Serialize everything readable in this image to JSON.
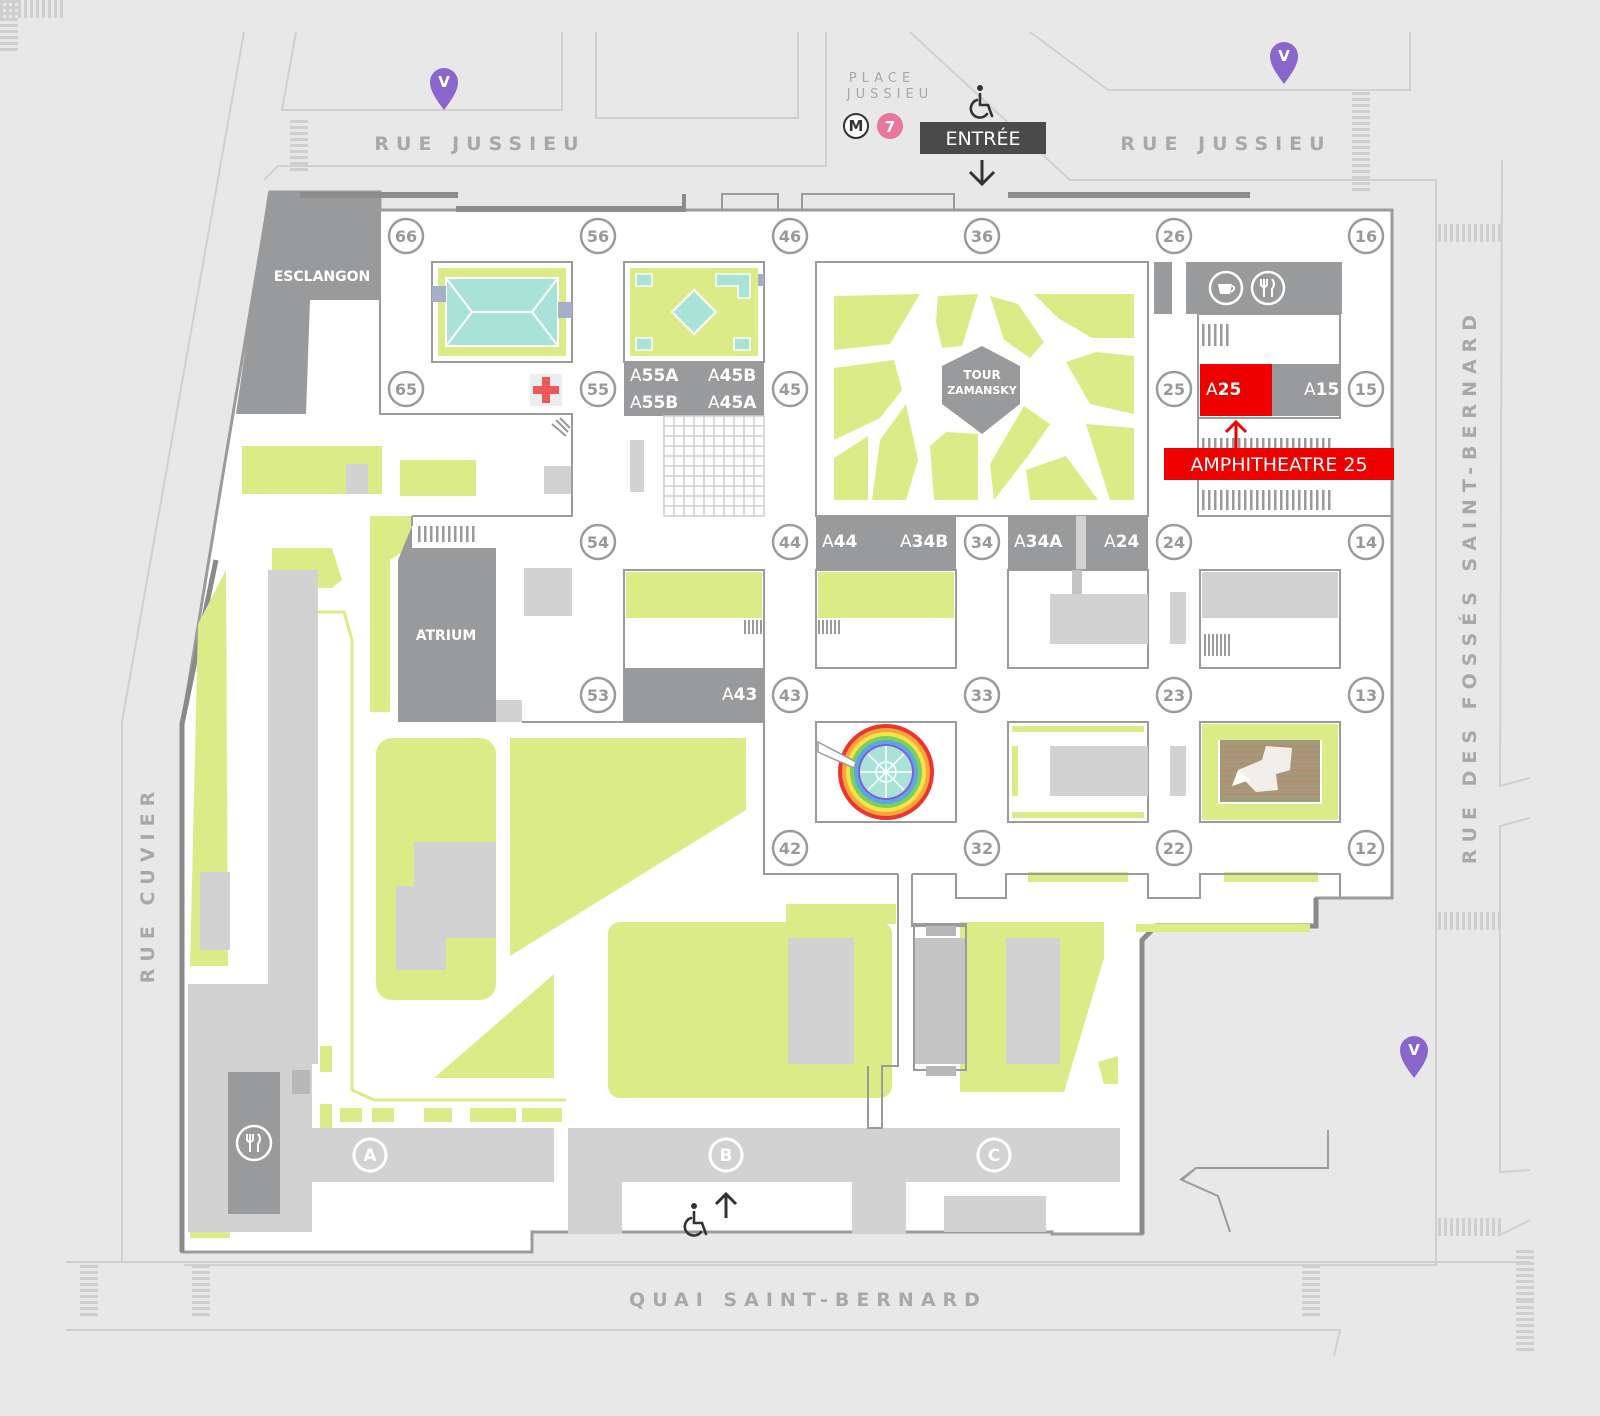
{
  "streets": {
    "rue_jussieu_left": "RUE JUSSIEU",
    "rue_jussieu_right": "RUE JUSSIEU",
    "rue_cuvier": "RUE CUVIER",
    "rue_fosses": "RUE DES FOSSÉS SAINT-BERNARD",
    "quai": "QUAI SAINT-BERNARD",
    "place_line1": "PLACE",
    "place_line2": "JUSSIEU"
  },
  "metro": {
    "symbol": "M",
    "line": "7",
    "line_color": "#e8769e"
  },
  "entrance": {
    "label": "ENTRÉE"
  },
  "buildings": {
    "esclangon": "ESCLANGON",
    "atrium": "ATRIUM",
    "tour_line1": "TOUR",
    "tour_line2": "ZAMANSKY"
  },
  "highlight": {
    "label": "AMPHITHEATRE 25",
    "color": "#ee0000"
  },
  "amphitheatres": [
    {
      "prefix": "A",
      "num": "55A"
    },
    {
      "prefix": "A",
      "num": "45B"
    },
    {
      "prefix": "A",
      "num": "55B"
    },
    {
      "prefix": "A",
      "num": "45A"
    },
    {
      "prefix": "A",
      "num": "25"
    },
    {
      "prefix": "A",
      "num": "15"
    },
    {
      "prefix": "A",
      "num": "44"
    },
    {
      "prefix": "A",
      "num": "34B"
    },
    {
      "prefix": "A",
      "num": "34A"
    },
    {
      "prefix": "A",
      "num": "24"
    },
    {
      "prefix": "A",
      "num": "43"
    }
  ],
  "nodes": [
    "66",
    "56",
    "46",
    "36",
    "26",
    "16",
    "65",
    "55",
    "45",
    "25",
    "15",
    "54",
    "44",
    "34",
    "24",
    "14",
    "53",
    "43",
    "33",
    "23",
    "13",
    "42",
    "32",
    "22",
    "12"
  ],
  "zones": [
    "A",
    "B",
    "C"
  ],
  "icons": {
    "velib": "velib-pin-icon",
    "wheelchair": "wheelchair-icon",
    "cafe": "coffee-icon",
    "restaurant": "fork-knife-icon",
    "first_aid": "first-aid-icon"
  },
  "colors": {
    "background": "#e8e8e8",
    "campus": "#ffffff",
    "green": "#dbeb88",
    "building": "#999a9c",
    "light_building": "#d2d2d2",
    "velib": "#8a66cc"
  }
}
